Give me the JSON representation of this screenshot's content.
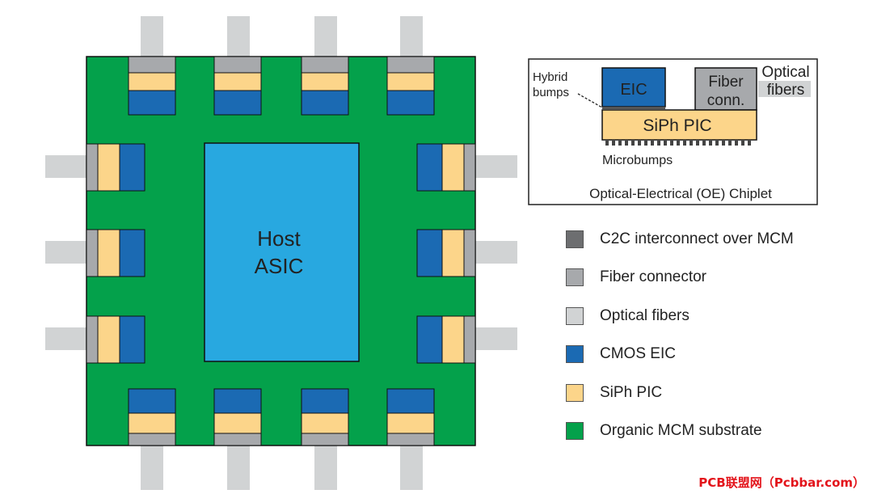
{
  "mcm": {
    "host_label_line1": "Host",
    "host_label_line2": "ASIC"
  },
  "inset": {
    "eic_label": "EIC",
    "fiber_conn_line1": "Fiber",
    "fiber_conn_line2": "conn.",
    "pic_label": "SiPh PIC",
    "hybrid_bumps_line1": "Hybrid",
    "hybrid_bumps_line2": "bumps",
    "microbumps_label": "Microbumps",
    "optical_fibers_line1": "Optical",
    "optical_fibers_line2": "fibers",
    "caption": "Optical-Electrical (OE) Chiplet"
  },
  "legend": [
    {
      "label": "C2C interconnect over MCM",
      "color": "#6d6e70"
    },
    {
      "label": "Fiber connector",
      "color": "#a7a9ac"
    },
    {
      "label": "Optical fibers",
      "color": "#d1d3d4"
    },
    {
      "label": "CMOS EIC",
      "color": "#1b6ab3"
    },
    {
      "label": "SiPh PIC",
      "color": "#fcd58a"
    },
    {
      "label": "Organic MCM substrate",
      "color": "#04a14b"
    }
  ],
  "colors": {
    "substrate": "#04a14b",
    "host_asic": "#28a8e0",
    "eic": "#1b6ab3",
    "pic": "#fcd58a",
    "fiber_connector": "#a7a9ac",
    "optical_fiber": "#d1d3d4",
    "c2c": "#6d6e70"
  },
  "watermark": "PCB联盟网（Pcbbar.com）"
}
